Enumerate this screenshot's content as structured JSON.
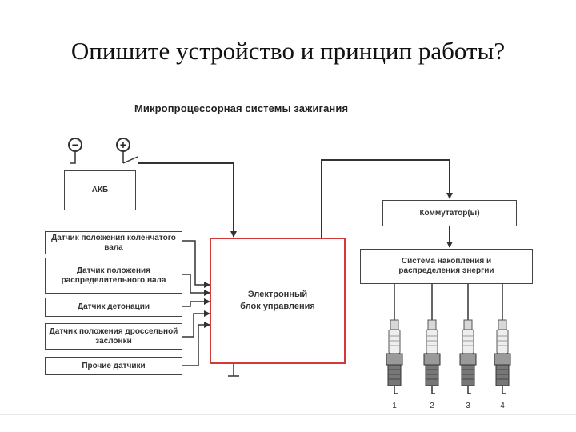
{
  "slide": {
    "title": "Опишите устройство и принцип работы?"
  },
  "diagram": {
    "title": "Микропроцессорная системы зажигания",
    "battery": {
      "label": "АКБ",
      "minus": "−",
      "plus": "+"
    },
    "sensors": [
      "Датчик положения коленчатого вала",
      "Датчик положения распределительного вала",
      "Датчик детонации",
      "Датчик положения дроссельной заслонки",
      "Прочие датчики"
    ],
    "ecu": "Электронный блок управления",
    "switch": "Коммутатор(ы)",
    "storage": "Система накопления и распределения энергии",
    "plugs": [
      "1",
      "2",
      "3",
      "4"
    ],
    "colors": {
      "ecu_border": "#d23a3a",
      "wire": "#333333"
    }
  }
}
